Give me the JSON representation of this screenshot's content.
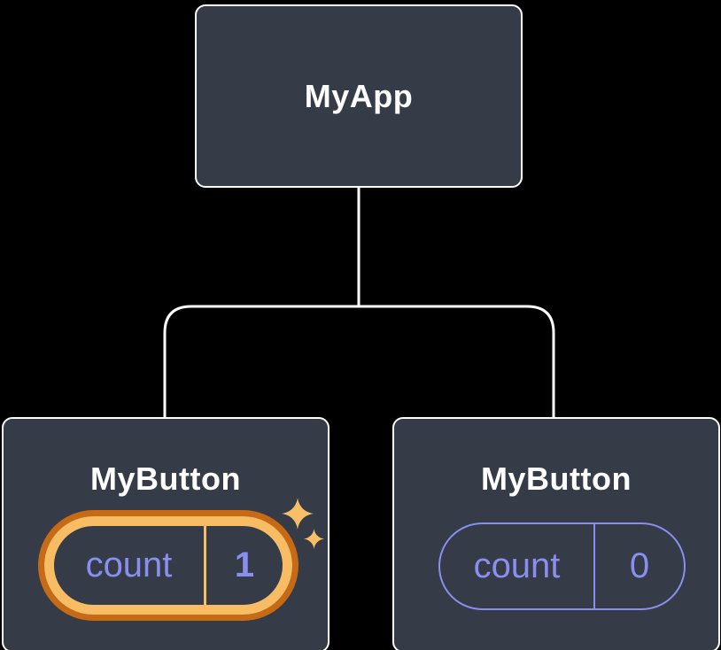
{
  "colors": {
    "background": "#000000",
    "node_fill": "#353B47",
    "node_border": "#FFFFFF",
    "connector": "#FFFFFF",
    "title_text": "#FFFFFF",
    "state_purple": "#8A8FEF",
    "highlight_orange": "#F8BD64",
    "highlight_orange_dark": "#C76A15",
    "sparkle": "#F9BF67"
  },
  "tree": {
    "root": {
      "label": "MyApp"
    },
    "children": [
      {
        "label": "MyButton",
        "highlighted": true,
        "state": {
          "key": "count",
          "value": "1"
        }
      },
      {
        "label": "MyButton",
        "highlighted": false,
        "state": {
          "key": "count",
          "value": "0"
        }
      }
    ]
  }
}
